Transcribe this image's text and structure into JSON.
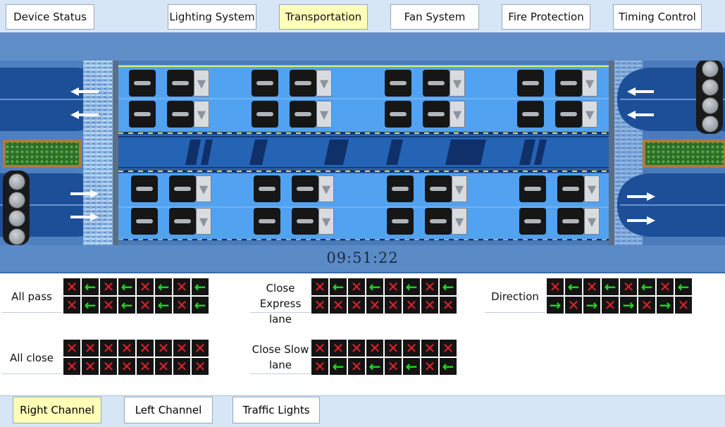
{
  "top_tabs": [
    {
      "label": "Device Status",
      "active": false
    },
    {
      "label": "Lighting System",
      "active": false
    },
    {
      "label": "Transportation",
      "active": true
    },
    {
      "label": "Fan System",
      "active": false
    },
    {
      "label": "Fire Protection",
      "active": false
    },
    {
      "label": "Timing Control",
      "active": false
    }
  ],
  "clock": "09:51:22",
  "control_groups": [
    {
      "label": "All pass",
      "rows": [
        [
          "x",
          "l",
          "x",
          "l",
          "x",
          "l",
          "x",
          "l"
        ],
        [
          "x",
          "l",
          "x",
          "l",
          "x",
          "l",
          "x",
          "l"
        ]
      ]
    },
    {
      "label": "Close Express lane",
      "rows": [
        [
          "x",
          "l",
          "x",
          "l",
          "x",
          "l",
          "x",
          "l"
        ],
        [
          "x",
          "x",
          "x",
          "x",
          "x",
          "x",
          "x",
          "x"
        ]
      ]
    },
    {
      "label": "Direction",
      "rows": [
        [
          "x",
          "l",
          "x",
          "l",
          "x",
          "l",
          "x",
          "l"
        ],
        [
          "r",
          "x",
          "r",
          "x",
          "r",
          "x",
          "r",
          "x"
        ]
      ]
    },
    {
      "label": "All close",
      "rows": [
        [
          "x",
          "x",
          "x",
          "x",
          "x",
          "x",
          "x",
          "x"
        ],
        [
          "x",
          "x",
          "x",
          "x",
          "x",
          "x",
          "x",
          "x"
        ]
      ]
    },
    {
      "label": "Close Slow lane",
      "rows": [
        [
          "x",
          "x",
          "x",
          "x",
          "x",
          "x",
          "x",
          "x"
        ],
        [
          "x",
          "l",
          "x",
          "l",
          "x",
          "l",
          "x",
          "l"
        ]
      ]
    }
  ],
  "bottom_tabs": [
    {
      "label": "Right Channel",
      "active": true
    },
    {
      "label": "Left Channel",
      "active": false
    },
    {
      "label": "Traffic Lights",
      "active": false
    }
  ],
  "icons": {
    "cross": "✕",
    "left": "←",
    "right": "→",
    "dropdown": "▼"
  },
  "colors": {
    "active_tab": "#ffffb8",
    "cross": "#e8202a",
    "arrow": "#1fd81f",
    "tunnel": "#4a7ab8"
  }
}
